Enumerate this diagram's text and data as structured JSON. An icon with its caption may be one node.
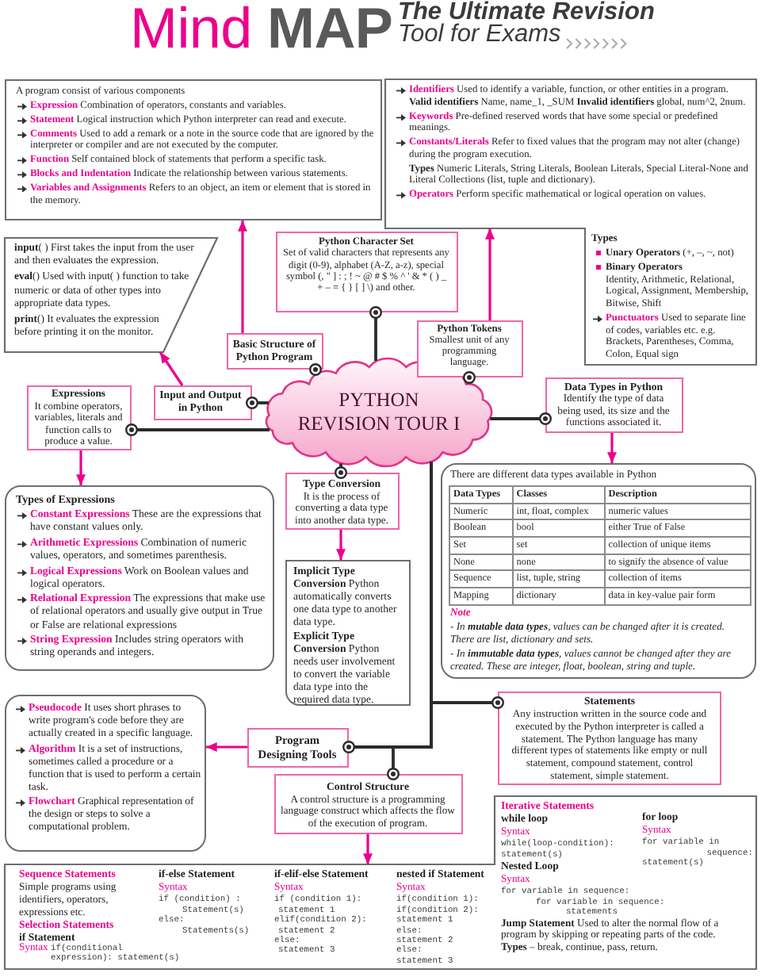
{
  "diagram": {
    "title": "Mind **MAP**",
    "nodes": [
      {
        "text": [
          "A program consist of various components",
          "**Expression** Combination of operators, constants and variables.",
          "**Statement** Logical instruction which Python interpreter can read and execute.",
          "**Comments** Used to add a remark or a note in the source code that are ignored by the interpreter or compiler and are not executed by the computer.",
          "**Function** Self contained block of statements that perform a specific task.",
          "**Blocks and Indentation** Indicate the relationship between various statements.",
          "**Variables and Assignments** Refers to an object, an item or element that is stored in the memory."
        ]
      },
      {
        "text": [
          "**Identifiers** Used to identify a variable, function, or other entities in a program. **Valid identifiers** Name, name_1, _SUM **Invalid identifiers** global, num^2, 2num.",
          "**Keywords** Pre-defined reserved words that have some special or predefined meanings.",
          "**Constants/Literals** Refer to fixed values that the program may not alter (change) during the program execution.",
          "**Types** Numeric Literals, String Literals, Boolean Literals, Special Literal-None and Literal Collections (list, tuple and dictionary).",
          "**Operators** Perform specific mathematical or logical operation on values.",
          "Types",
          "**Unary Operators** (+, –, ~, not)",
          "**Binary Operators** Identity, Arithmetic, Relational, Logical, Assignment, Membership, Bitwise, Shift",
          "**Punctuators** Used to separate line of codes, variables etc. e.g. Brackets, Parentheses, Comma, Colon, Equal sign"
        ]
      },
      {
        "text": [
          "**input**( ) First takes the input from the user and then evaluates the expression.",
          "**eval**() Used with input( ) function to take numeric or data of other types into appropriate data types.",
          "**print**() It evaluates the expression before printing it on the monitor."
        ]
      },
      {
        "text": [
          "Python Character Set",
          "Set of valid characters that represents any digit (0-9), alphabet (A-Z, a-z), special symbol (, \" ] : ; ! ~ @ # $ % ^ ' & * ( ) _ + – = { } [ ] \\) and other."
        ]
      },
      {
        "text": [
          "Python Tokens",
          "Smallest unit of any programming language."
        ]
      },
      {
        "text": [
          "Basic Structure of Python Program"
        ]
      },
      {
        "text": [
          "Expressions",
          "It combine operators, variables, literals and function calls to produce a value."
        ]
      },
      {
        "text": [
          "Input and Output in Python"
        ]
      },
      {
        "text": [
          "PYTHON REVISION TOUR I"
        ]
      },
      {
        "text": [
          "Data Types in Python",
          "Identify the type of data being used, its size and the functions associated it."
        ]
      },
      {
        "text": [
          "Type Conversion",
          "It is the process of converting a data type into another data type."
        ]
      },
      {
        "text": [
          "Types of Expressions",
          "**Constant Expressions** These are the expressions that have constant values only.",
          "**Arithmetic Expressions** Combination of numeric values, operators, and sometimes parenthesis.",
          "**Logical Expressions** Work on Boolean values and logical operators.",
          "**Relational Expression** The expressions that make use of relational operators and usually give output in True or False are relational expressions",
          "**String Expression** Includes string operators with string operands and integers."
        ]
      },
      {
        "text": [
          "There are different data types available in Python",
          "Note",
          "- In **mutable data types**, values can be changed after it is created. There are list, dictionary and sets.",
          "- In **immutable data types**, values cannot be changed after they are created. These are integer, float, boolean, string and tuple."
        ]
      },
      {
        "text": [
          "**Implicit Type Conversion** Python automatically converts one data type to another data type.",
          "**Explicit Type Conversion** Python needs user involvement to convert the variable data type into the required data type."
        ]
      },
      {
        "text": [
          "**Pseudocode** It uses short phrases to write program's code before they are actually created in a specific language.",
          "**Algorithm** It is a set of instructions, sometimes called a procedure or a function that is used to perform a certain task.",
          "**Flowchart** Graphical representation of the design or steps to solve a computational problem."
        ]
      },
      {
        "text": [
          "Statements",
          "Any instruction written in the source code and executed by the Python interpreter is called a statement. The Python language has many different types of statements like empty or null statement, compound statement, control statement, simple statement."
        ]
      },
      {
        "text": [
          "Program Designing Tools"
        ]
      },
      {
        "text": [
          "Control Structure",
          "A control structure is a programming language construct which affects the flow of the execution of program."
        ]
      },
      {
        "text": [
          "Sequence Statements",
          "Simple programs using identifiers, operators, expressions etc.",
          "Selection Statements",
          "if Statement",
          "Syntax",
          "if(conditional expression): statement(s)",
          "if-else Statement",
          "Syntax",
          "if (condition) :",
          "Statement(s)",
          "else:",
          "Statements(s)",
          "if-elif-else Statement",
          "Syntax",
          "if (condition 1):",
          "statement 1",
          "elif(condition 2):",
          "statement 2",
          "else:",
          "statement 3",
          "nested if Statement",
          "Syntax",
          "if(condition 1):",
          "if(condition 2):",
          "statement 1",
          "else:",
          "statement 2",
          "else:",
          "statement 3",
          "Iterative Statements",
          "while loop",
          "Syntax",
          "while(loop-condition):",
          "statement(s)",
          "for loop",
          "Syntax",
          "for variable in sequence:",
          "statement(s)",
          "Nested Loop",
          "Syntax",
          "for variable in sequence:",
          "for variable in sequence:",
          "statements",
          "**Jump Statement** Used to alter the normal flow of a program by skipping or repeating parts of the code.",
          "**Types** – break, continue, pass, return."
        ]
      }
    ],
    "edges": [
      {
        "from": 8,
        "to": 3,
        "arrow": "other"
      },
      {
        "from": 8,
        "to": 5,
        "arrow": "other"
      },
      {
        "from": 8,
        "to": 4,
        "arrow": "other"
      },
      {
        "from": 8,
        "to": 7,
        "arrow": "other"
      },
      {
        "from": 8,
        "to": 6,
        "arrow": "other"
      },
      {
        "from": 8,
        "to": 9,
        "arrow": "other"
      },
      {
        "from": 8,
        "to": 10,
        "arrow": "other"
      },
      {
        "from": 8,
        "to": 15,
        "arrow": "other"
      },
      {
        "from": 8,
        "to": 16,
        "arrow": "other"
      },
      {
        "from": 8,
        "to": 17,
        "arrow": "other"
      },
      {
        "from": 5,
        "to": 0,
        "arrow": "to",
        "color": "#ec008c"
      },
      {
        "from": 4,
        "to": 1,
        "arrow": "to",
        "color": "#ec008c"
      },
      {
        "from": 7,
        "to": 2,
        "arrow": "to",
        "color": "#ec008c"
      },
      {
        "from": 6,
        "to": 11,
        "arrow": "to",
        "color": "#ec008c"
      },
      {
        "from": 9,
        "to": 12,
        "arrow": "to",
        "color": "#ec008c"
      },
      {
        "from": 10,
        "to": 13,
        "arrow": "to",
        "color": "#ec008c"
      },
      {
        "from": 16,
        "to": 14,
        "arrow": "to",
        "color": "#ec008c"
      },
      {
        "from": 17,
        "to": 18,
        "arrow": "to",
        "color": "#ec008c"
      }
    ],
    "labels": [
      "The Ultimate Revision",
      "Tool for Exams",
      "Data Types",
      "Classes",
      "Description",
      "Numeric",
      "int, float, complex",
      "numeric values",
      "Boolean",
      "bool",
      "either True of False",
      "Set",
      "set",
      "collection of unique items",
      "None",
      "none",
      "to signify the absence of value",
      "Sequence",
      "list, tuple, string",
      "collection of items",
      "Mapping",
      "dictionary",
      "data in key-value pair form"
    ]
  }
}
